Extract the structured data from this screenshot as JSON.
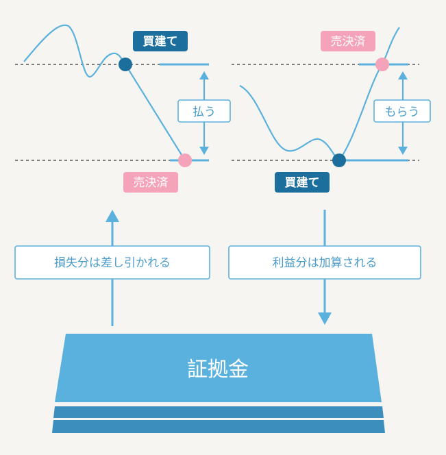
{
  "colors": {
    "background": "#f7f5f1",
    "line": "#5ab1dd",
    "dark_blue": "#1c6f9c",
    "pink": "#f07b9b",
    "pink_dot": "#f4a3b8",
    "label_text": "#4b9bc9",
    "dashed": "#555555",
    "base_top": "#5ab1dd",
    "base_layer": "#3c8fbd"
  },
  "left_panel": {
    "buy_tag": "買建て",
    "sell_tag": "売決済",
    "pay_label": "払う",
    "loss_box": "損失分は差し引かれる",
    "arrow_direction": "up"
  },
  "right_panel": {
    "sell_tag": "売決済",
    "buy_tag": "買建て",
    "receive_label": "もらう",
    "profit_box": "利益分は加算される",
    "arrow_direction": "down"
  },
  "base": {
    "label": "証拠金"
  }
}
